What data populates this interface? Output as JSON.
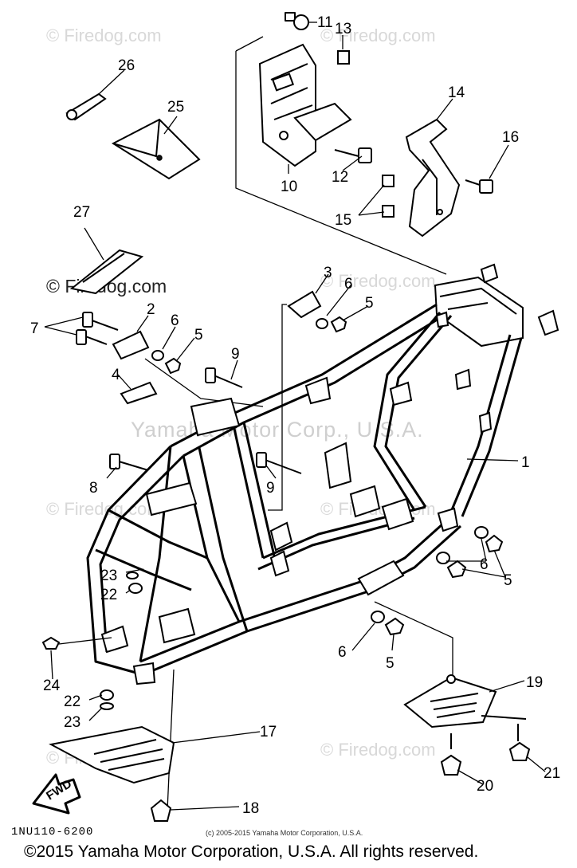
{
  "watermarks": {
    "firedog": "© Firedog.com",
    "firedog_dark": "© Firedog.com",
    "center": "Yamaha Motor Corp., U.S.A."
  },
  "callouts": {
    "p1": "1",
    "p2": "2",
    "p3": "3",
    "p4": "4",
    "p5": "5",
    "p6": "6",
    "p7": "7",
    "p8": "8",
    "p9": "9",
    "p10": "10",
    "p11": "11",
    "p12": "12",
    "p13": "13",
    "p14": "14",
    "p15": "15",
    "p16": "16",
    "p17": "17",
    "p18": "18",
    "p19": "19",
    "p20": "20",
    "p21": "21",
    "p22": "22",
    "p23": "23",
    "p24": "24",
    "p25": "25",
    "p26": "26",
    "p27": "27"
  },
  "fwd_label": "FWD",
  "diagram_code": "1NU110-6200",
  "small_copyright": "(c) 2005-2015 Yamaha Motor Corporation, U.S.A.",
  "footer_copyright": "©2015 Yamaha Motor Corporation, U.S.A. All rights reserved.",
  "colors": {
    "line": "#000000",
    "watermark": "#d8d8d8",
    "background": "#ffffff"
  }
}
